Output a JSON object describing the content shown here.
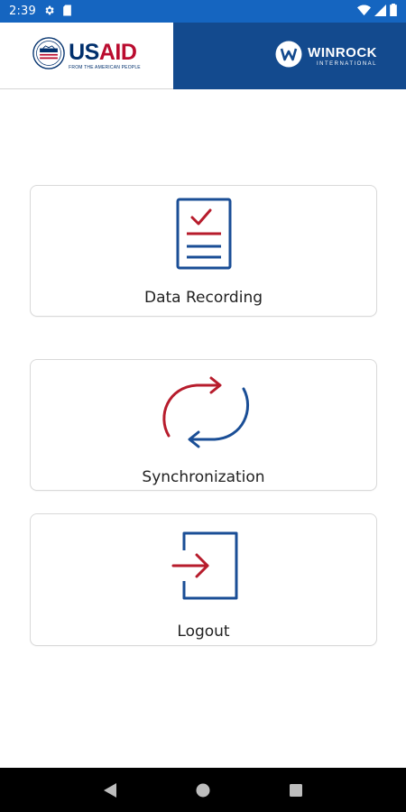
{
  "status_bar": {
    "time": "2:39",
    "left_icons": [
      "gear-icon",
      "sd-card-icon"
    ],
    "right_icons": [
      "wifi-icon",
      "cell-signal-icon",
      "battery-icon"
    ]
  },
  "header": {
    "usaid": {
      "word_us": "US",
      "word_aid": "AID",
      "tagline": "FROM THE AMERICAN PEOPLE"
    },
    "winrock": {
      "name": "WINROCK",
      "subtitle": "INTERNATIONAL"
    }
  },
  "menu": {
    "items": [
      {
        "label": "Data Recording",
        "icon": "checklist-document-icon"
      },
      {
        "label": "Synchronization",
        "icon": "sync-arrows-icon"
      },
      {
        "label": "Logout",
        "icon": "logout-door-icon"
      }
    ]
  },
  "colors": {
    "status_bar": "#1565c0",
    "header_blue": "#134a8e",
    "usaid_blue": "#002f6c",
    "usaid_red": "#ba0c2f",
    "icon_blue": "#1a4e96",
    "icon_red": "#b71c2c"
  },
  "nav_bar": {
    "buttons": [
      "back-icon",
      "home-icon",
      "recents-icon"
    ]
  }
}
